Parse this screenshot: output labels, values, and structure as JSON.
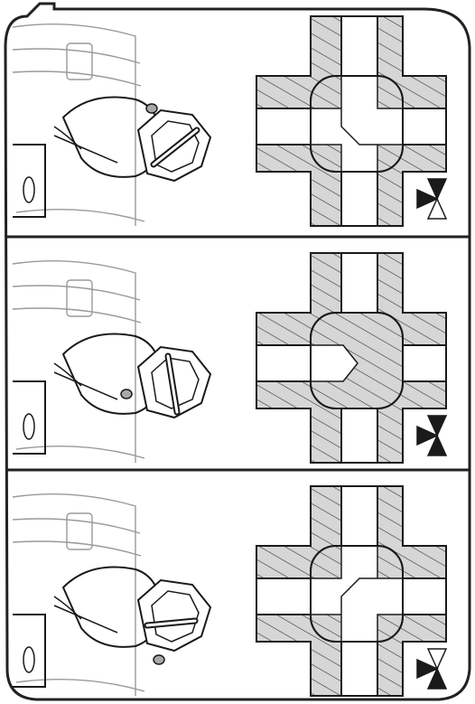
{
  "panels": [
    {
      "id": "panel-1",
      "valve_lever": "up-left",
      "flow_paths": [
        "left-to-bottom",
        "right-to-top"
      ],
      "symbol_ports": {
        "left": "filled",
        "right": "filled",
        "top": "filled",
        "bottom": "open"
      }
    },
    {
      "id": "panel-2",
      "valve_lever": "left",
      "flow_paths": [
        "left-blocked"
      ],
      "symbol_ports": {
        "left": "filled",
        "right": "filled",
        "top": "filled",
        "bottom": "filled"
      }
    },
    {
      "id": "panel-3",
      "valve_lever": "down",
      "flow_paths": [
        "left-to-top",
        "right-to-bottom"
      ],
      "symbol_ports": {
        "left": "filled",
        "right": "filled",
        "top": "open",
        "bottom": "filled"
      }
    }
  ],
  "colors": {
    "outline": "#1a1a1a",
    "panel_border": "#222222",
    "hatch_fill": "#d6d6d6",
    "hatch_line": "#333333",
    "valve_gray": "#a9a9a9",
    "product_line": "#9a9a9a",
    "background": "#ffffff"
  }
}
